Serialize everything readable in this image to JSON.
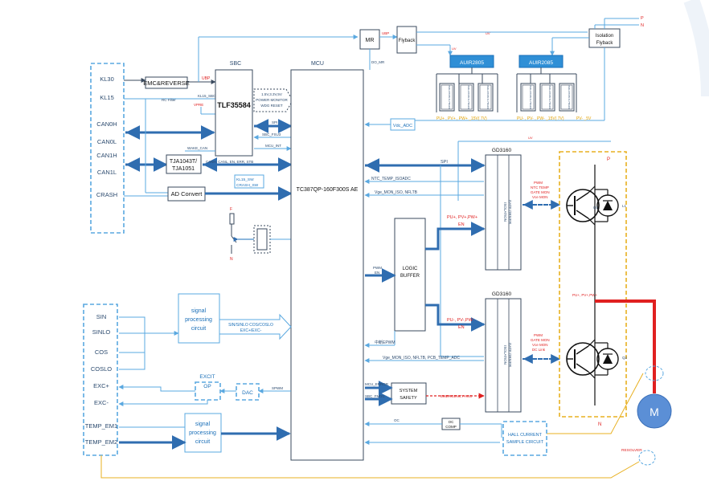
{
  "inputs_left": {
    "kl30": "KL30",
    "kl15": "KL15",
    "canh": "CAN0H",
    "canl": "CAN0L",
    "can1h": "CAN1H",
    "can1l": "CAN1L",
    "crash": "CRASH"
  },
  "inputs_bottom": {
    "sin": "SIN",
    "sinlo": "SINLO",
    "cos": "COS",
    "coslo": "COSLO",
    "excp": "EXC+",
    "excm": "EXC-",
    "temp1": "TEMP_EM1",
    "temp2": "TEMP_EM2"
  },
  "blocks": {
    "emc": "EMC&REVERSE",
    "sbc_title": "SBC",
    "sbc_chip": "TLF35584",
    "mcu_title": "MCU",
    "mcu_chip": "TC387QP-160F300S AE",
    "tja_line1": "TJA1043T/",
    "tja_line2": "TJA1051",
    "ad": "AD Convert",
    "mr": "MR",
    "flyback": "Flyback",
    "iso_line1": "Isolation",
    "iso_line2": "Flyback",
    "auir1": "AUIR2805",
    "auir2": "AUIR2085",
    "gd_top": "GD3160",
    "gd_bot": "GD3160",
    "gd_inner_1": "ISOLATION",
    "gd_inner_2": "GATE DRIVER",
    "logic_1": "LOGIC",
    "logic_2": "BUFFER",
    "sig1_1": "signal",
    "sig1_2": "processing",
    "sig1_3": "circuit",
    "sig2_1": "signal",
    "sig2_2": "processing",
    "sig2_3": "circuit",
    "excit_1": "EXCIT",
    "excit_2": "OP",
    "dac": "DAC",
    "sys_1": "SYSTEM",
    "sys_2": "SAFETY",
    "oc_1": "OC",
    "oc_2": "COMP",
    "hall_1": "HALL CURRENT",
    "hall_2": "SAMPLE CIRCUIT",
    "vdc_adc": "Vdc_ADC",
    "motor": "M",
    "resolver": "RESOLVER",
    "sin_text_1": "SIN/SINLO  COS/COSLO",
    "sin_text_2": "EXC+/EXC-"
  },
  "labels": {
    "ubp": "UBP",
    "vpre": "VPRE",
    "kl15_sbc": "KL15_SBC",
    "rc": "RC Filter",
    "sbc_m1": "1.5V,3.3V,5V",
    "sbc_m2": "POWER MONITOR",
    "sbc_m3": "WDG RESET",
    "spi_short": "SPI",
    "sbc_fsu": "SBC_FSU3",
    "mcu_int": "MCU_INT",
    "wake_can": "WAKE_CAN",
    "canh_canl": "CANH, CANL,  EN,  ERR,  STB",
    "kl15_sw": "KL15_SW",
    "crash_sw": "CRASH_SW",
    "do_mr": "DO_MR",
    "ubp2": "UBP",
    "spi": "SPI",
    "ntc_temp": "NTC_TEMP_ISOADC",
    "vge_mon": "Vge_MON_ISO, NFLTB",
    "pwm_en_1": "PWM",
    "pwm_en_2": "EN",
    "zhongduan": "中断EPWM",
    "vge_mon2": "Vge_MON_ISO, NFLTB,  PCB_TEMP_ADC",
    "mcu_error": "MCU_ERROR",
    "sbc_fm": "SBC_FM0/1",
    "emergency": "EMERGENCY ASC",
    "oc_small": "OC",
    "spwm": "SPWM",
    "pu_top": "PU+, PV+,PW+",
    "en_top": "EN",
    "pu_bot": "PU-, PV-,PW-",
    "en_bot": "EN",
    "pu_plus_right": "PU+, PV+,PW+",
    "gd_side_top_1": "PWM",
    "gd_side_top_2": "NTC TEMP",
    "gd_side_top_3": "GATE MON",
    "gd_side_top_4": "Vce MON",
    "gd_side_bot_1": "PWM",
    "gd_side_bot_2": "GATE MON",
    "gd_side_bot_3": "Vce MON",
    "gd_side_bot_4": "DC Link",
    "p_top": "P",
    "n_bot": "N",
    "p_right": "P",
    "n_right": "N",
    "pu_pv_pw_15v": "PU+ , PV+ , PW+ _15V( 7V)",
    "pu_pv_pw_minus": "PU- , PV- , PW- _15V( 7V)",
    "pv_5v": "PV- _5V",
    "uv": "UV",
    "p_power": "P",
    "n_power": "N",
    "q1": "Q1",
    "l1": "L1",
    "q2": "Q2",
    "f_label": "F",
    "n_label": "N"
  },
  "bridge_cells": [
    "ISOLATION FLYBACK",
    "ISOLATION FLYBACK",
    "ISOLATION FLYBACK",
    "ISOLATION FLYBACK",
    "ISOLATION FLYBACK",
    "ISOLATION FLYBACK"
  ],
  "colors": {
    "accent": "#5aa8e0",
    "dark": "#2f6db0",
    "red": "#e02020",
    "orange": "#e0a000",
    "motor": "#5b8fd6"
  }
}
